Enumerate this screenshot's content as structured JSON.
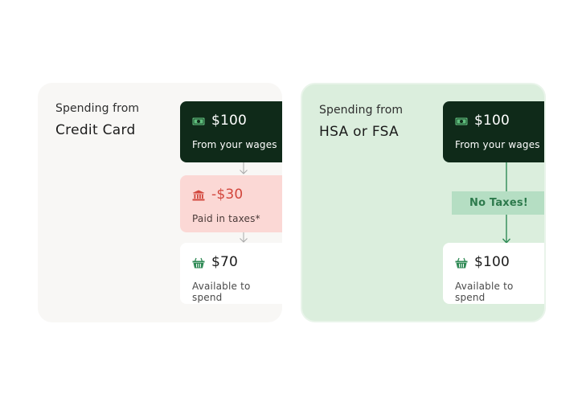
{
  "panels": {
    "credit": {
      "spending_from": "Spending from",
      "source": "Credit Card",
      "wages": {
        "amount": "$100",
        "caption": "From your wages"
      },
      "taxes": {
        "amount": "-$30",
        "caption": "Paid in taxes*"
      },
      "available": {
        "amount": "$70",
        "caption": "Available to spend"
      }
    },
    "hsa": {
      "spending_from": "Spending from",
      "source": "HSA or FSA",
      "wages": {
        "amount": "$100",
        "caption": "From your wages"
      },
      "no_taxes": "No Taxes!",
      "available": {
        "amount": "$100",
        "caption": "Available to spend"
      }
    }
  },
  "icons": {
    "wages": "money-bill-icon",
    "taxes": "bank-icon",
    "available": "basket-icon"
  },
  "colors": {
    "credit_panel_bg": "#f8f7f5",
    "hsa_panel_bg": "#dbeedd",
    "wages_card_bg": "#0f2a19",
    "taxes_card_bg": "#fbd8d5",
    "taxes_text": "#d2463c",
    "no_taxes_bg": "#b5dec3",
    "no_taxes_text": "#2d7a4c",
    "accent_green": "#2f8a55"
  }
}
